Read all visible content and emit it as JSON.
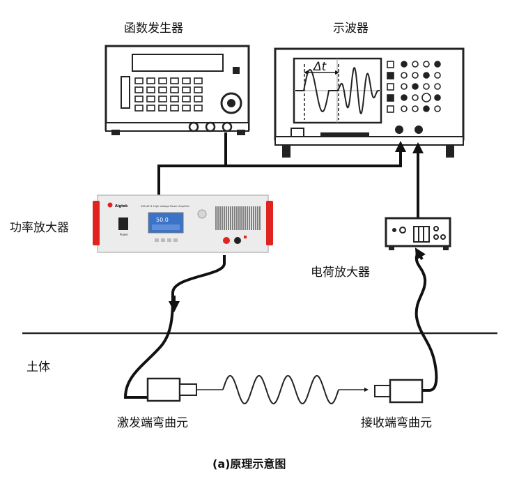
{
  "labels": {
    "function_generator": "函数发生器",
    "oscilloscope": "示波器",
    "power_amplifier": "功率放大器",
    "charge_amplifier": "电荷放大器",
    "soil": "土体",
    "transmitter": "激发端弯曲元",
    "receiver": "接收端弯曲元",
    "caption": "(a)原理示意图"
  },
  "oscilloscope_screen": {
    "delta_t": "Δt"
  },
  "power_amp_panel": {
    "brand": "Aigtek",
    "model": "ATA-4011 High Voltage Power Amplifier",
    "display": "50.0",
    "power_label": "Power"
  },
  "colors": {
    "line": "#111111",
    "amp_red": "#e0231f",
    "amp_body": "#ececec",
    "screen_blue": "#3b73c9"
  }
}
